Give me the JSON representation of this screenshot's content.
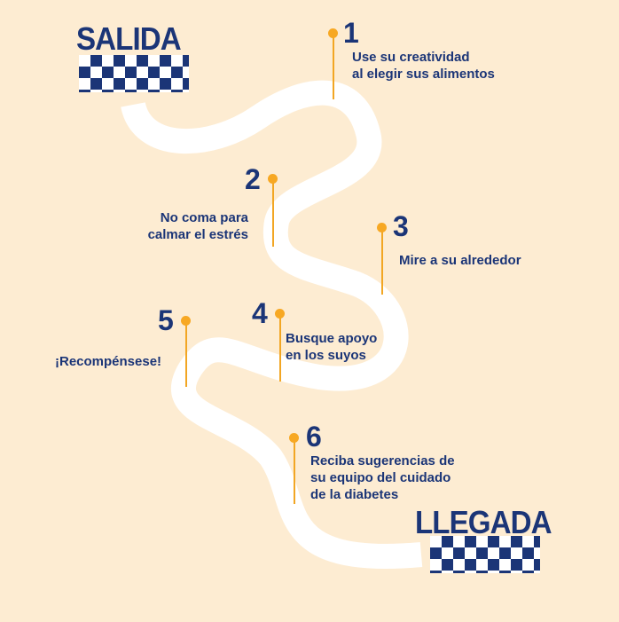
{
  "start": {
    "title": "SALIDA"
  },
  "finish": {
    "title": "LLEGADA"
  },
  "colors": {
    "background": "#fdecd2",
    "road": "#ffffff",
    "text": "#1b3577",
    "pin": "#f7a823"
  },
  "steps": [
    {
      "number": "1",
      "text": "Use su creatividad\nal elegir sus alimentos"
    },
    {
      "number": "2",
      "text": "No coma para\ncalmar el estrés"
    },
    {
      "number": "3",
      "text": "Mire a su alrededor"
    },
    {
      "number": "4",
      "text": "Busque apoyo\nen los suyos"
    },
    {
      "number": "5",
      "text": "¡Recompénsese!"
    },
    {
      "number": "6",
      "text": "Reciba sugerencias de\nsu equipo del cuidado\nde la diabetes"
    }
  ]
}
